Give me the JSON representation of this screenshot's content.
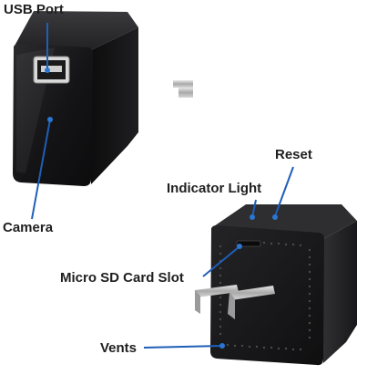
{
  "labels": {
    "usb_port": "USB Port",
    "camera": "Camera",
    "reset": "Reset",
    "indicator_light": "Indicator Light",
    "micro_sd_card_slot": "Micro SD Card Slot",
    "vents": "Vents"
  },
  "colors": {
    "device_body": "#1c1c1e",
    "callout_line": "#1f5fb7",
    "callout_dot": "#2a76d2",
    "label_text": "#1f1f1f",
    "prong": "#c9c9c9"
  }
}
